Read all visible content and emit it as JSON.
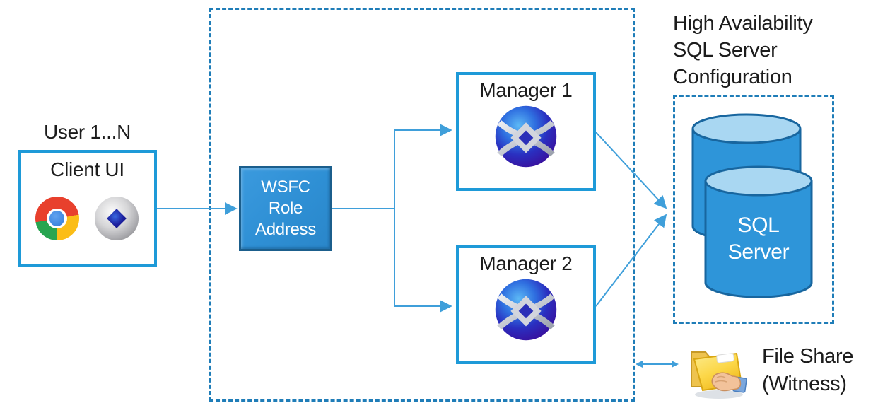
{
  "labels": {
    "user": "User 1...N",
    "client_title": "Client UI",
    "wsfc_lines": [
      "WSFC",
      "Role",
      "Address"
    ],
    "manager1_title": "Manager 1",
    "manager2_title": "Manager 2",
    "ha_lines": [
      "High Availability",
      "SQL Server",
      "Configuration"
    ],
    "sql_lines": [
      "SQL",
      "Server"
    ],
    "file_share_lines": [
      "File Share",
      "(Witness)"
    ]
  },
  "icons": {
    "client_browser": "chrome-browser-icon",
    "client_app": "app-sphere-icon",
    "manager": "manager-sphere-icon",
    "database": "database-cylinder-icon",
    "file_share": "shared-folder-icon"
  },
  "colors": {
    "solid_box_border": "#1e9ad8",
    "dashed_border": "#1f7db8",
    "connector_line": "#3f9fda",
    "wsfc_fill": "#2e8fd4",
    "wsfc_border": "#1b5e8c",
    "cylinder_fill": "#2e95d9",
    "cylinder_top": "#a9d7f2",
    "cylinder_stroke": "#18669f",
    "text": "#1c1c1c",
    "wsfc_text": "#ffffff",
    "sql_text": "#ffffff"
  }
}
